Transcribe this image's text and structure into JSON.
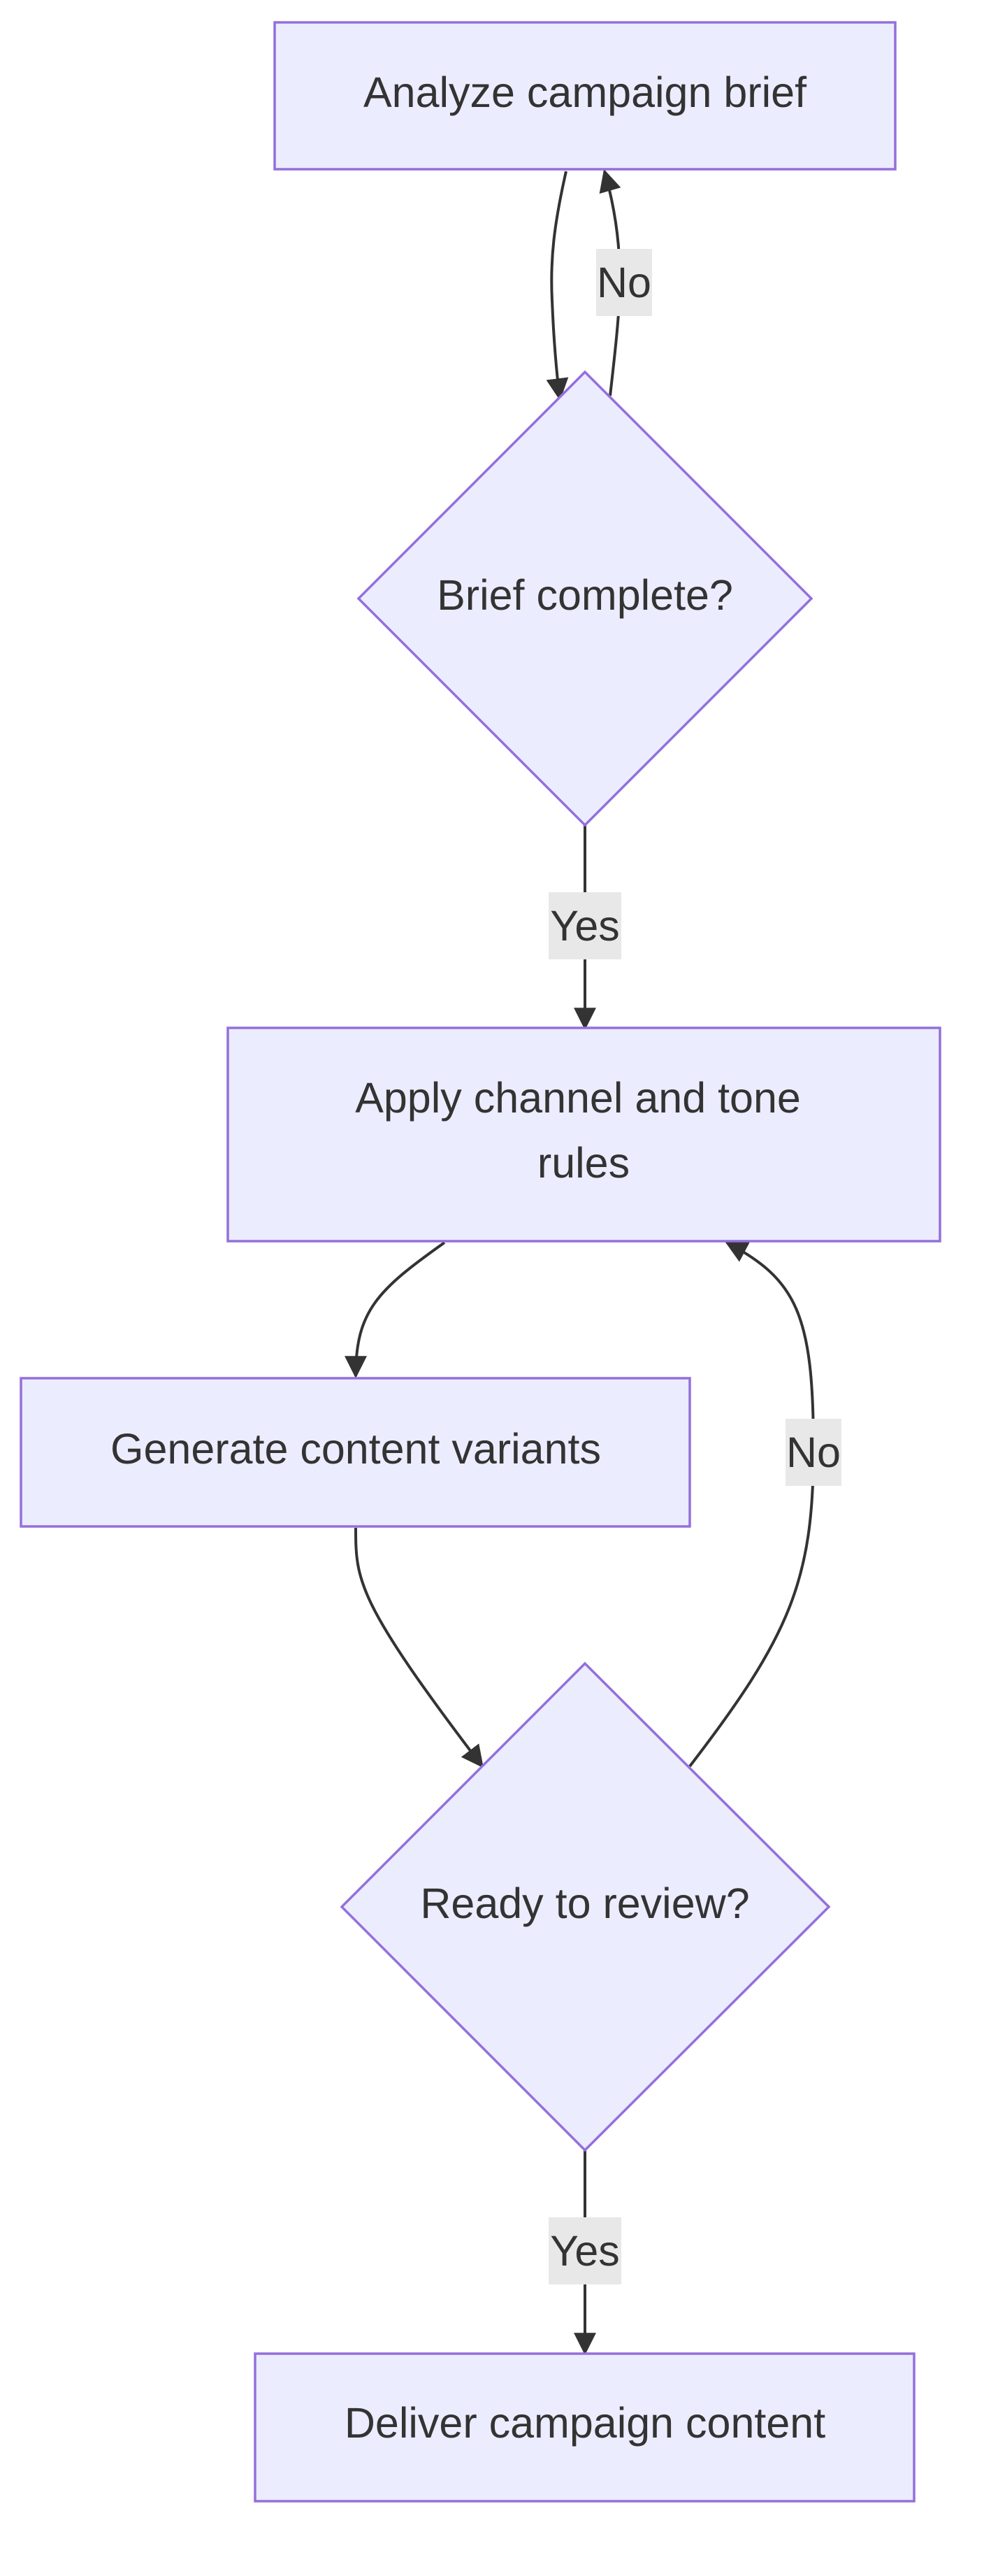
{
  "nodes": {
    "analyze": {
      "label": "Analyze campaign brief"
    },
    "brief_check": {
      "label": "Brief complete?"
    },
    "apply_rules": {
      "label_line1": "Apply channel and tone",
      "label_line2": "rules"
    },
    "generate": {
      "label": "Generate content variants"
    },
    "review_check": {
      "label": "Ready to review?"
    },
    "deliver": {
      "label": "Deliver campaign content"
    }
  },
  "edges": {
    "brief_no": {
      "label": "No"
    },
    "brief_yes": {
      "label": "Yes"
    },
    "review_no": {
      "label": "No"
    },
    "review_yes": {
      "label": "Yes"
    }
  },
  "colors": {
    "node_fill": "#ececff",
    "node_stroke": "#9370db",
    "edge_stroke": "#333333",
    "edge_label_bg": "#e8e8e8",
    "text": "#333333"
  }
}
